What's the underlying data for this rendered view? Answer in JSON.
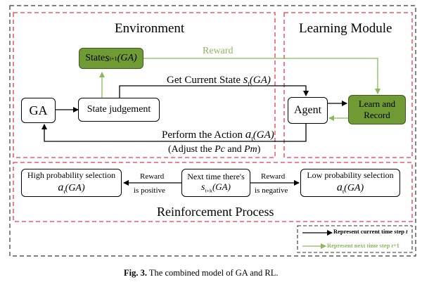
{
  "environment": {
    "title": "Environment"
  },
  "learning": {
    "title": "Learning Module"
  },
  "state_next": {
    "prefix": "State ",
    "symbol": "s",
    "sub": "t+1",
    "suffix": "(GA)"
  },
  "reward_top": "Reward",
  "get_state": {
    "prefix": "Get Current State ",
    "symbol": "s",
    "sub": "t",
    "suffix": "(GA)"
  },
  "ga": "GA",
  "state_judgement": "State judgement",
  "agent": "Agent",
  "learn_record": {
    "line1": "Learn and",
    "line2": "Record"
  },
  "perform": {
    "prefix": "Perform the Action ",
    "symbol": "a",
    "sub": "t",
    "suffix": "(GA)"
  },
  "adjust": {
    "prefix": "(Adjust the ",
    "pc": "Pc",
    "mid": " and ",
    "pm": "Pm",
    "suffix": ")"
  },
  "high_sel": {
    "label": "High probability selection",
    "symbol": "a",
    "sub": "t",
    "suffix": "(GA)"
  },
  "reward_pos": {
    "line1": "Reward",
    "line2": "is positive"
  },
  "next_time": {
    "label": "Next time there's",
    "symbol": "s",
    "sub": "t+k",
    "suffix": "(GA)"
  },
  "reward_neg": {
    "line1": "Reward",
    "line2": "is negative"
  },
  "low_sel": {
    "label": "Low probability selection",
    "symbol": "a",
    "sub": "t",
    "suffix": "(GA)"
  },
  "reinforcement": "Reinforcement Process",
  "legend": {
    "current_prefix": "Represent current time step ",
    "current_var": "t",
    "next_prefix": "Represent next time step ",
    "next_var": "t",
    "next_suffix": "+1"
  },
  "caption": {
    "fig": "Fig. 3.",
    "text": " The combined model of GA and RL."
  },
  "colors": {
    "red_dash": "#e83a4a",
    "green": "#8ab85a",
    "box_green": "#6f9a34",
    "black": "#000000"
  }
}
